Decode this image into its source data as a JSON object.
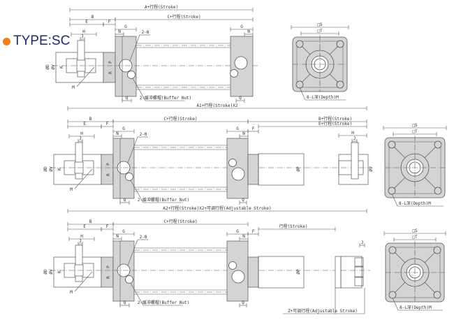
{
  "type_label": "TYPE:SC",
  "colors": {
    "accent": "#f07f1a",
    "title": "#1f2a6b",
    "part_fill": "#d4d4d4",
    "line": "#555555"
  },
  "common": {
    "b": "B",
    "e": "E",
    "f": "F",
    "g": "G",
    "n": "N",
    "h": "H",
    "j": "J",
    "hole": "2-Θ",
    "buffer_nut": "2-缓冲螺帽(Buffer Nut)",
    "m": "M",
    "q": "Q",
    "d": "ØD",
    "v": "ØV",
    "k": "K",
    "p": "P",
    "r": "R",
    "phi_p": "ØP",
    "c_stroke": "C+行程(Stroke)"
  },
  "sections": [
    {
      "overall": "A+行程(Stroke)"
    },
    {
      "overall": "A1+行程(Stroke)X2",
      "b_stroke": "B+行程(Stroke)",
      "e_stroke": "E+行程(Stroke)"
    },
    {
      "overall": "A2+行程(Stroke)X2+可调行程(Adjustable Stroke)",
      "stroke": "行程(Stroke)",
      "z_stroke": "Z+可调行程(Adjustable Stroke)"
    }
  ],
  "end_view": {
    "s": "□S",
    "t": "□T",
    "depth": "8-L深(Depth)M"
  }
}
